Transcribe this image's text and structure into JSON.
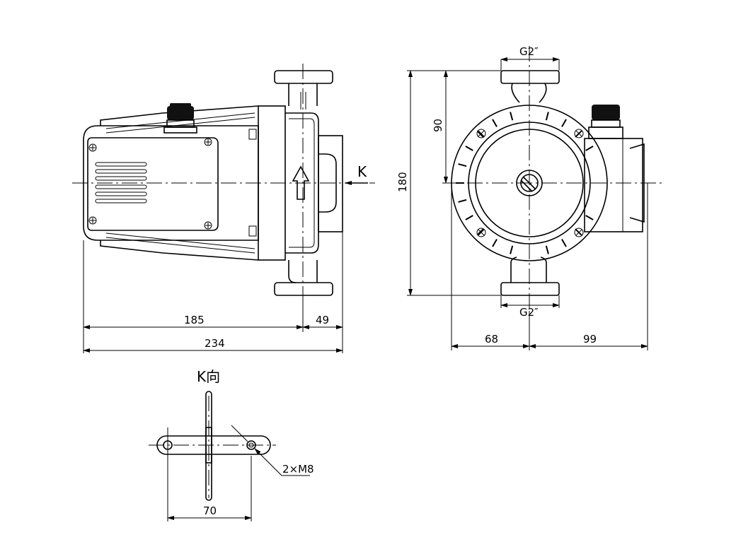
{
  "side_view": {
    "dim_185": "185",
    "dim_49": "49",
    "dim_234": "234",
    "view_arrow_label": "K"
  },
  "front_view": {
    "dim_180": "180",
    "dim_90": "90",
    "thread_top": "G2″",
    "thread_bottom": "G2″",
    "dim_68": "68",
    "dim_99": "99"
  },
  "k_view": {
    "title": "K向",
    "bolt_note": "2×M8",
    "dim_70": "70"
  }
}
